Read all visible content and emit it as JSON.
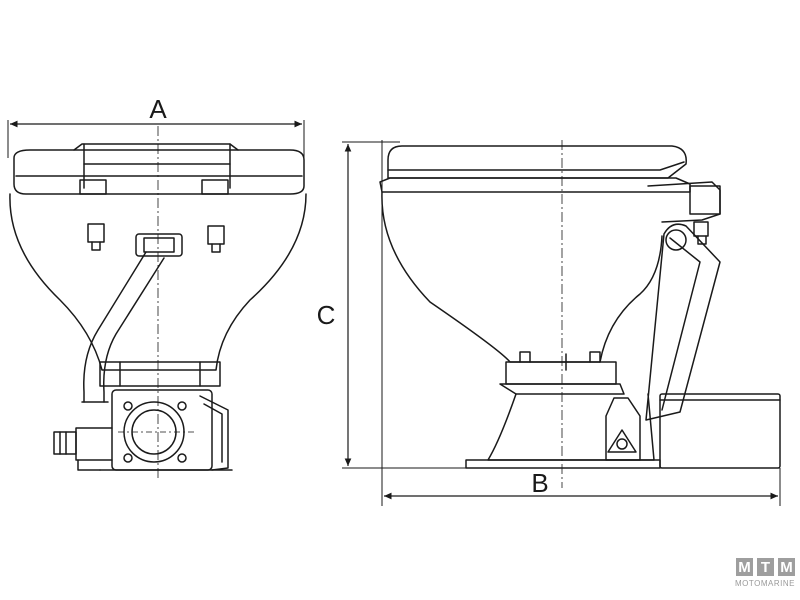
{
  "dimensions": {
    "a": "A",
    "b": "B",
    "c": "C"
  },
  "watermark": {
    "letters": [
      "M",
      "T",
      "M"
    ],
    "text": "MOTOMARINE"
  },
  "colors": {
    "line": "#1a1a1a",
    "watermark_box": "#9e9e9e"
  }
}
